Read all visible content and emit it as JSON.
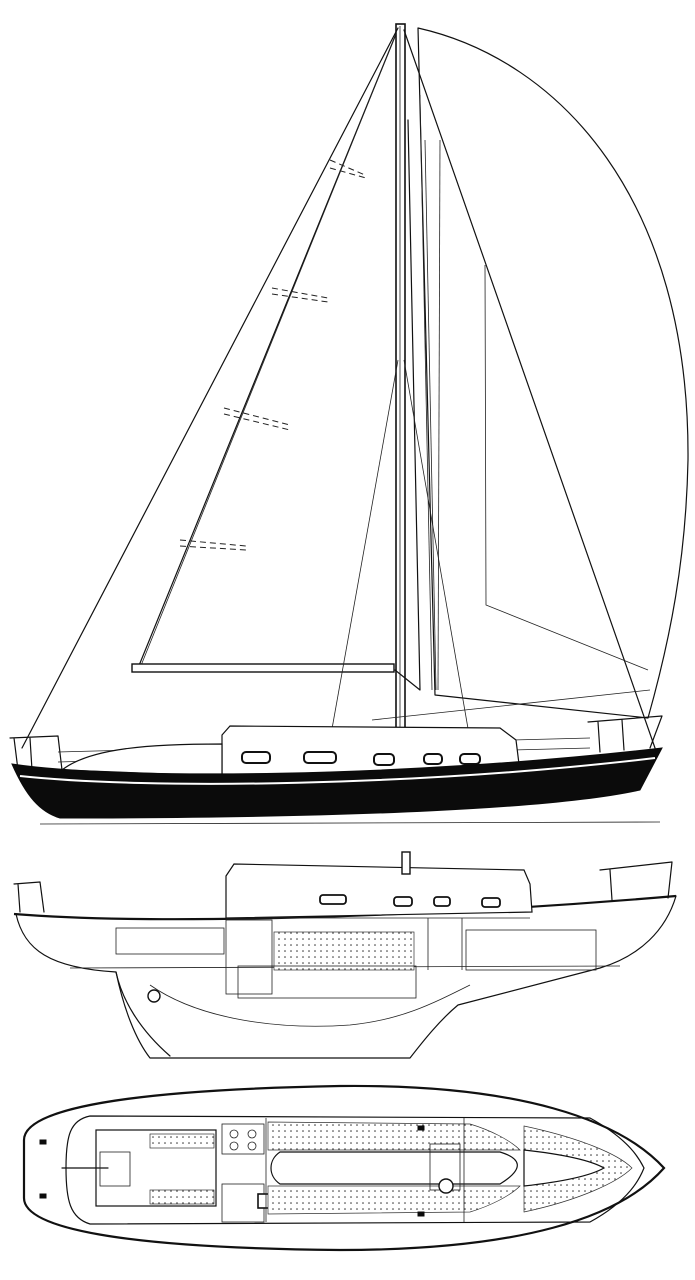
{
  "drawing": {
    "views": [
      {
        "id": "sail-plan",
        "description_visible": false
      },
      {
        "id": "inboard-profile",
        "description_visible": false
      },
      {
        "id": "accommodation-plan",
        "description_visible": false
      }
    ]
  },
  "colors": {
    "ink": "#111111",
    "paper": "#ffffff",
    "hull": "#0b0b0b"
  }
}
